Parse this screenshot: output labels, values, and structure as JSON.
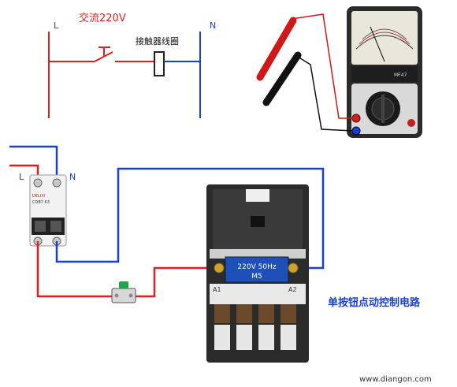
{
  "schematic": {
    "live_label": "L",
    "neutral_label": "N",
    "supply_label": "交流220V",
    "coil_label": "接触器线圈"
  },
  "wiring": {
    "breaker_live_label": "L",
    "breaker_neutral_label": "N",
    "breaker_brand": "DELIXI",
    "breaker_model": "CDB7 63",
    "coil_rating": "220V 50Hz",
    "coil_model": "M5",
    "terminal_a1": "A1",
    "terminal_a2": "A2",
    "circuit_title": "单按钮点动控制电路"
  },
  "meter": {
    "brand": "MF47"
  },
  "watermark": "www.diangon.com",
  "colors": {
    "live": "#e02020",
    "neutral": "#1a3fd8",
    "title": "#1a3fd8",
    "supply_label": "#e02020"
  }
}
